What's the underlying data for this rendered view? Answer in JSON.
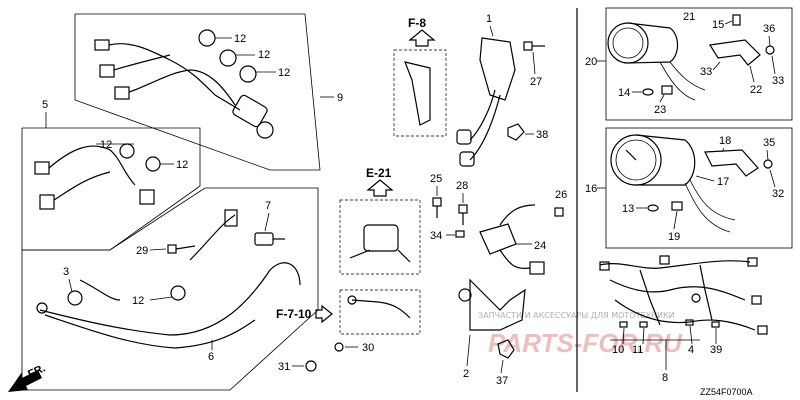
{
  "diagram_code": "ZZ54F0700A",
  "watermark": "ЗАПЧАСТИ И АКСЕССУАРЫ ДЛЯ МОТОТЕХНИКИ",
  "brand_mark": "PARTS-FOR.RU",
  "refs": {
    "f8": "F-8",
    "e21": "E-21",
    "f710": "F-7-10",
    "fr": "FR."
  },
  "callouts": {
    "c1": "1",
    "c2": "2",
    "c3": "3",
    "c4": "4",
    "c5": "5",
    "c6": "6",
    "c7": "7",
    "c8": "8",
    "c9": "9",
    "c10": "10",
    "c11": "11",
    "c12a": "12",
    "c12b": "12",
    "c12c": "12",
    "c12d": "12",
    "c12e": "12",
    "c12f": "12",
    "c13": "13",
    "c14": "14",
    "c15": "15",
    "c16": "16",
    "c17": "17",
    "c18": "18",
    "c19": "19",
    "c20": "20",
    "c21": "21",
    "c22": "22",
    "c23": "23",
    "c24": "24",
    "c25": "25",
    "c26": "26",
    "c27": "27",
    "c28": "28",
    "c29": "29",
    "c30": "30",
    "c31": "31",
    "c32": "32",
    "c33a": "33",
    "c33b": "33",
    "c34": "34",
    "c35": "35",
    "c36": "36",
    "c37": "37",
    "c38": "38",
    "c39": "39"
  }
}
